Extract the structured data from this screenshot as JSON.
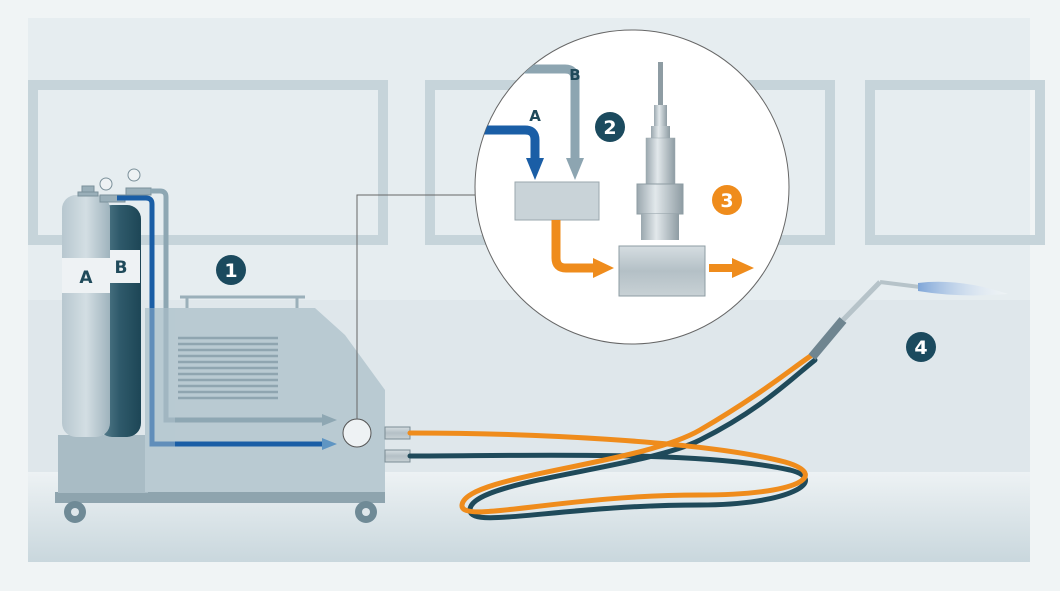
{
  "labels": {
    "cylinder_a": "A",
    "cylinder_b": "B",
    "inlet_a": "A",
    "inlet_b": "B"
  },
  "badges": {
    "step1": "1",
    "step2": "2",
    "step3": "3",
    "step4": "4"
  },
  "colors": {
    "badge_dark": "#1b4a5e",
    "badge_orange": "#ef8c1c",
    "gas_a": "#1a5ea6",
    "gas_b": "#8da5b1",
    "mix": "#ef8c1c",
    "hose_dark": "#1f4a5a"
  }
}
